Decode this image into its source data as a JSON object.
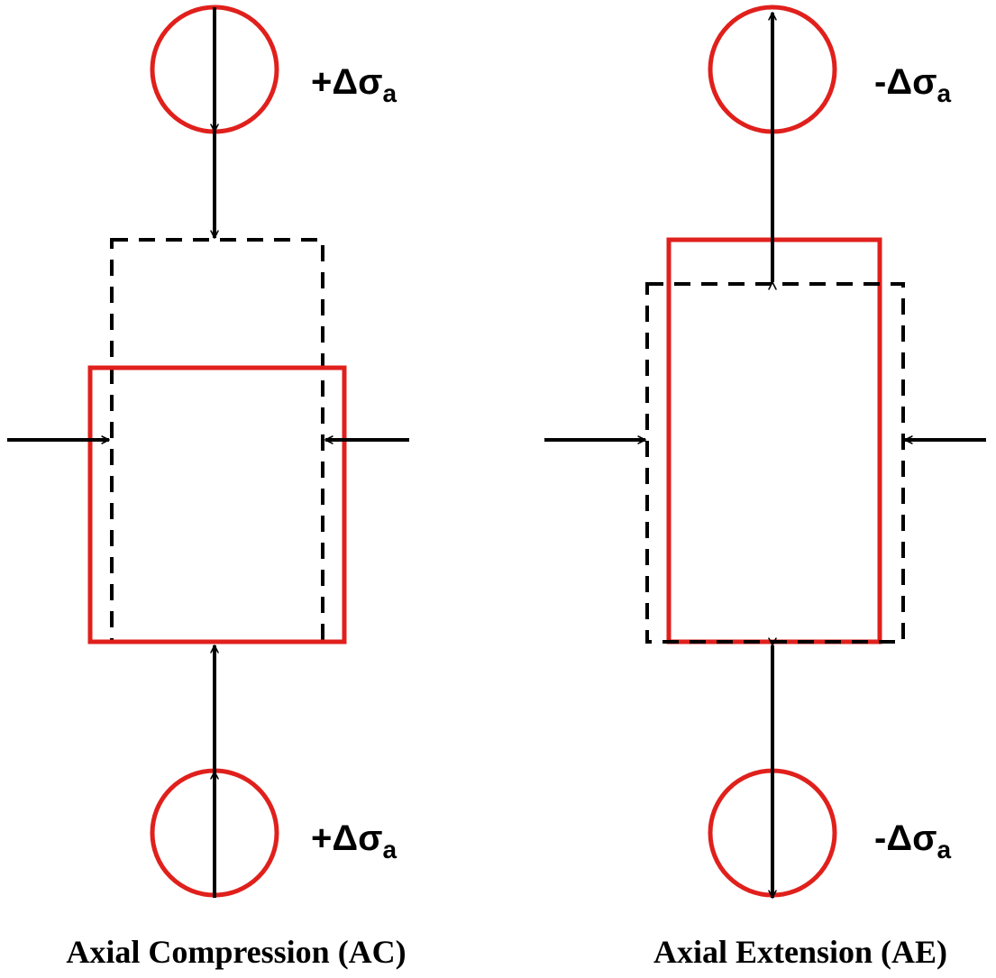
{
  "colors": {
    "specimen": "#e0201c",
    "outline": "#000000",
    "arrow": "#000000"
  },
  "panels": [
    {
      "caption": "Axial Compression (AC)",
      "top_stress": {
        "sign": "+",
        "symbol": "Δσ",
        "subscript": "a"
      },
      "bottom_stress": {
        "sign": "+",
        "symbol": "Δσ",
        "subscript": "a"
      }
    },
    {
      "caption": "Axial Extension (AE)",
      "top_stress": {
        "sign": "-",
        "symbol": "Δσ",
        "subscript": "a"
      },
      "bottom_stress": {
        "sign": "-",
        "symbol": "Δσ",
        "subscript": "a"
      }
    }
  ]
}
